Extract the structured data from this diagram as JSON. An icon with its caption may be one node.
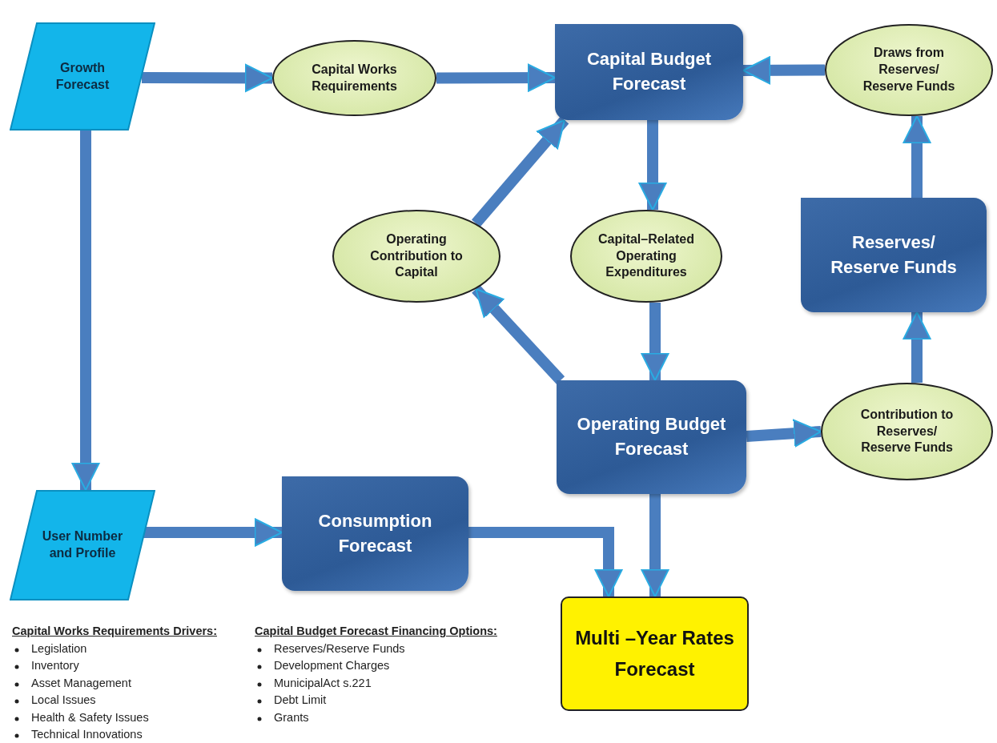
{
  "diagram": {
    "nodes": [
      {
        "text": [
          "Growth Forecast"
        ]
      },
      {
        "text": [
          "Capital Works Requirements"
        ]
      },
      {
        "text": [
          "Capital Budget Forecast"
        ]
      },
      {
        "text": [
          "Draws from Reserves/ Reserve Funds"
        ]
      },
      {
        "text": [
          "Operating Contribution to Capital"
        ]
      },
      {
        "text": [
          "Capital–Related Operating Expenditures"
        ]
      },
      {
        "text": [
          "Reserves/ Reserve Funds"
        ]
      },
      {
        "text": [
          "Operating Budget Forecast"
        ]
      },
      {
        "text": [
          "Contribution to Reserves/ Reserve Funds"
        ]
      },
      {
        "text": [
          "User Number and Profile"
        ]
      },
      {
        "text": [
          "Consumption Forecast"
        ]
      },
      {
        "text": [
          "Multi –Year Rates Forecast"
        ]
      }
    ],
    "edges": [
      {
        "from": 0,
        "to": 1,
        "arrow": "to"
      },
      {
        "from": 1,
        "to": 2,
        "arrow": "to"
      },
      {
        "from": 3,
        "to": 2,
        "arrow": "to"
      },
      {
        "from": 2,
        "to": 5,
        "arrow": "to"
      },
      {
        "from": 5,
        "to": 7,
        "arrow": "to"
      },
      {
        "from": 7,
        "to": 4,
        "arrow": "to"
      },
      {
        "from": 4,
        "to": 2,
        "arrow": "to"
      },
      {
        "from": 7,
        "to": 8,
        "arrow": "to"
      },
      {
        "from": 8,
        "to": 6,
        "arrow": "to"
      },
      {
        "from": 6,
        "to": 3,
        "arrow": "to"
      },
      {
        "from": 0,
        "to": 9,
        "arrow": "to"
      },
      {
        "from": 9,
        "to": 10,
        "arrow": "to"
      },
      {
        "from": 10,
        "to": 11,
        "arrow": "to"
      },
      {
        "from": 7,
        "to": 11,
        "arrow": "to"
      }
    ],
    "labels": [
      "Capital Works Requirements Drivers:",
      "Legislation",
      "Inventory",
      "Asset Management",
      "Local Issues",
      "Health & Safety Issues",
      "Technical Innovations",
      "Capital Budget Forecast Financing Options:",
      "Reserves/Reserve Funds",
      "Development Charges",
      "MunicipalAct s.221",
      "Debt Limit",
      "Grants"
    ]
  }
}
